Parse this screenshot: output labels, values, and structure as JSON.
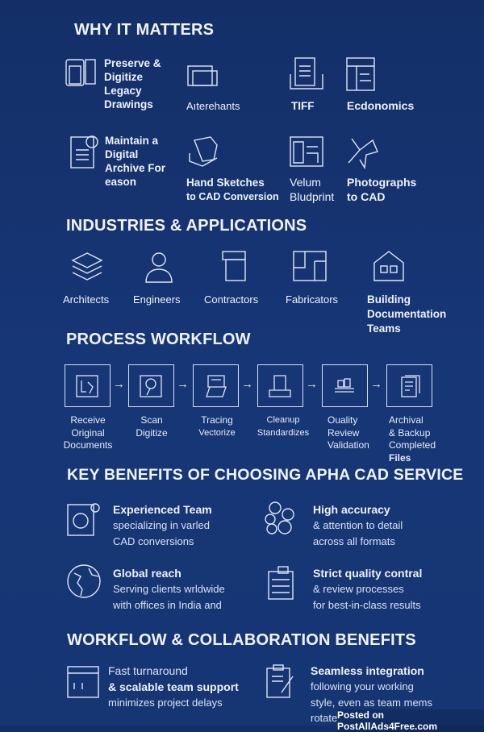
{
  "why": {
    "title": "WHY IT MATTERS",
    "items": [
      {
        "icon": "drawings-stack-icon",
        "title": "Preserve & Digitize Legacy Drawings"
      },
      {
        "icon": "folder-icon",
        "title": "Aıterehants"
      },
      {
        "icon": "document-tray-icon",
        "title": "TIFF"
      },
      {
        "icon": "spreadsheet-icon",
        "title": "Ecdonomics"
      },
      {
        "icon": "archive-document-icon",
        "title": "Maintain a Digital Archive For eason"
      },
      {
        "icon": "hand-sketch-icon",
        "title": "Hand Sketches",
        "subtitle": "to CAD Conversion"
      },
      {
        "icon": "blueprint-icon",
        "title": "Velum",
        "subtitle": "Bludprint"
      },
      {
        "icon": "photo-icon",
        "title": "Photographs",
        "subtitle": "to CAD"
      }
    ]
  },
  "industries": {
    "title": "INDUSTRIES & APPLICATIONS",
    "items": [
      "Architects",
      "Engineers",
      "Contractors",
      "Fabricators",
      "Building Documentation Teams"
    ]
  },
  "process": {
    "title": "PROCESS WORKFLOW",
    "arrow": "→",
    "steps": [
      {
        "l1": "Receive",
        "l2": "Original",
        "l3": "Documents"
      },
      {
        "l1": "Scan",
        "l2": "Digitize"
      },
      {
        "l1": "Tracing",
        "l2": "Vectorize"
      },
      {
        "l1": "Cleanup",
        "l2": "Standardizes"
      },
      {
        "l1": "Ouality",
        "l2": "Review",
        "l3": "Validation"
      },
      {
        "l1": "Archival",
        "l2": "& Backup",
        "l3": "Completed",
        "l4": "Files"
      }
    ]
  },
  "benefits": {
    "title": "KEY BENEFITS OF CHOOSING APHA CAD SERVICE",
    "items": [
      {
        "title": "Experienced Team",
        "l1": "specializing in varled",
        "l2": "CAD conversions"
      },
      {
        "title": "High accuracy",
        "l1": "& attention to detail",
        "l2": "across all formats"
      },
      {
        "title": "Global reach",
        "l1": "Serving clients wrldwide",
        "l2": "with offices in India and"
      },
      {
        "title": "Strict quality contral",
        "l1": "& review processes",
        "l2": "for best-in-class results"
      }
    ]
  },
  "collab": {
    "title": "WORKFLOW & COLLABORATION BENEFITS",
    "items": [
      {
        "l0": "Fast turnaround",
        "title": "& scalable team support",
        "l2": "minimizes project delays"
      },
      {
        "title": "Seamless integration",
        "l1": "following your working",
        "l2": "style, even as team mems",
        "l3": "rotate"
      }
    ]
  },
  "watermark": "Posted on PostAllAds4Free.com"
}
